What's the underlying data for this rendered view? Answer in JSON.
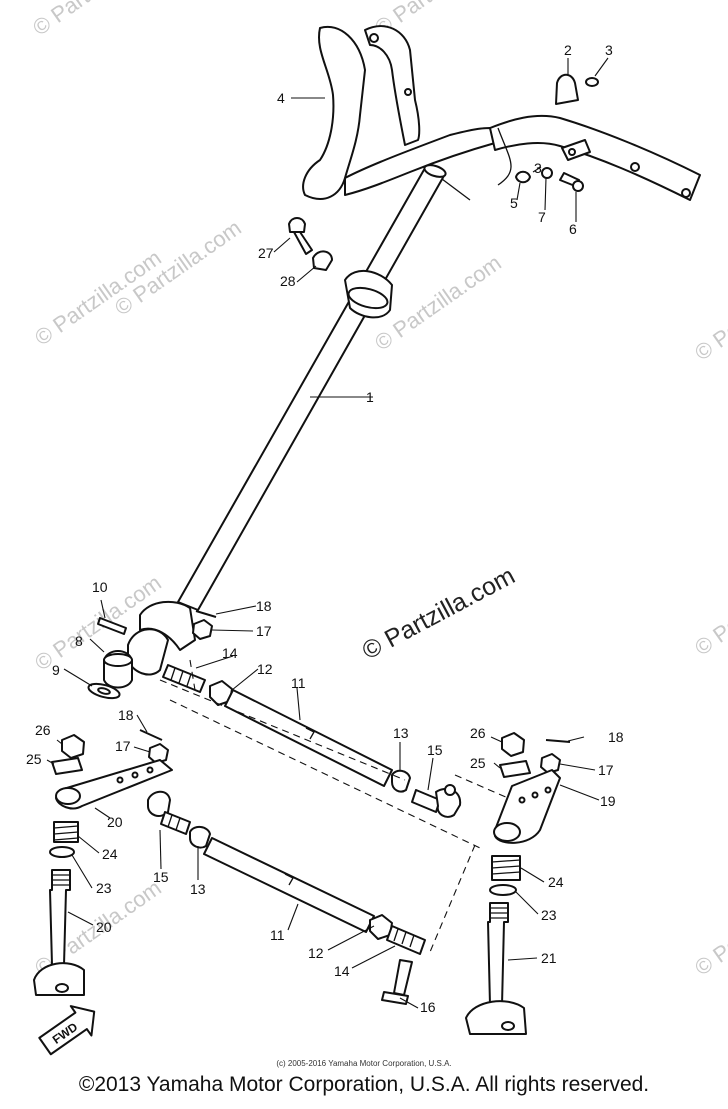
{
  "watermarks": {
    "main": "© Partzilla.com",
    "tile": "© Partzilla.com"
  },
  "callouts": {
    "c1": "1",
    "c2": "2",
    "c3": "3",
    "c3b": "3",
    "c4": "4",
    "c5": "5",
    "c6": "6",
    "c7": "7",
    "c8": "8",
    "c9": "9",
    "c10": "10",
    "c11a": "11",
    "c11b": "11",
    "c12a": "12",
    "c12b": "12",
    "c13a": "13",
    "c13b": "13",
    "c14a": "14",
    "c14b": "14",
    "c15a": "15",
    "c15b": "15",
    "c16": "16",
    "c17a": "17",
    "c17b": "17",
    "c17c": "17",
    "c18a": "18",
    "c18b": "18",
    "c18c": "18",
    "c19": "19",
    "c20a": "20",
    "c20b": "20",
    "c21": "21",
    "c23a": "23",
    "c23b": "23",
    "c24a": "24",
    "c24b": "24",
    "c25a": "25",
    "c25b": "25",
    "c26a": "26",
    "c26b": "26",
    "c27": "27",
    "c28": "28"
  },
  "fwd_label": "FWD",
  "small_credit": "(c) 2005-2016 Yamaha Motor Corporation, U.S.A.",
  "copyright": "©2013 Yamaha Motor Corporation, U.S.A. All rights reserved."
}
